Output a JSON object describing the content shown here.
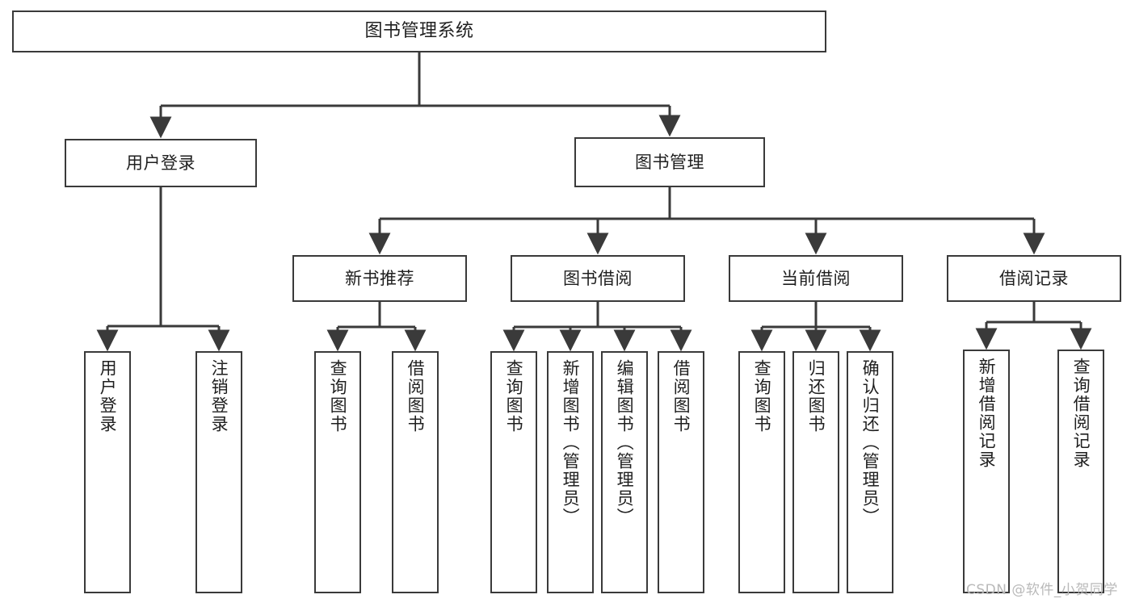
{
  "diagram": {
    "title": "图书管理系统",
    "watermark": "CSDN @软件_小贺同学",
    "colors": {
      "background": "#ffffff",
      "node_fill": "#ffffff",
      "node_border": "#3a3a3a",
      "connector": "#3a3a3a",
      "text": "#1f1f1f",
      "watermark": "#b9b9b9"
    },
    "nodes": {
      "root": {
        "label": "图书管理系统"
      },
      "level2": [
        {
          "id": "user-login",
          "label": "用户登录"
        },
        {
          "id": "book-manage",
          "label": "图书管理"
        }
      ],
      "level3": [
        {
          "id": "new-book-recommend",
          "label": "新书推荐"
        },
        {
          "id": "book-borrow",
          "label": "图书借阅"
        },
        {
          "id": "current-borrow",
          "label": "当前借阅"
        },
        {
          "id": "borrow-record",
          "label": "借阅记录"
        }
      ],
      "leaves": {
        "user-login": [
          {
            "id": "leaf-user-login",
            "label": "用户登录"
          },
          {
            "id": "leaf-user-logout",
            "label": "注销登录"
          }
        ],
        "new-book-recommend": [
          {
            "id": "leaf-query-book-1",
            "label": "查询图书"
          },
          {
            "id": "leaf-borrow-book-1",
            "label": "借阅图书"
          }
        ],
        "book-borrow": [
          {
            "id": "leaf-query-book-2",
            "label": "查询图书"
          },
          {
            "id": "leaf-add-book",
            "label": "新增图书（管理员）"
          },
          {
            "id": "leaf-edit-book",
            "label": "编辑图书（管理员）"
          },
          {
            "id": "leaf-borrow-book-2",
            "label": "借阅图书"
          }
        ],
        "current-borrow": [
          {
            "id": "leaf-query-book-3",
            "label": "查询图书"
          },
          {
            "id": "leaf-return-book",
            "label": "归还图书"
          },
          {
            "id": "leaf-confirm-return",
            "label": "确认归还（管理员）"
          }
        ],
        "borrow-record": [
          {
            "id": "leaf-add-record",
            "label": "新增借阅记录"
          },
          {
            "id": "leaf-query-record",
            "label": "查询借阅记录"
          }
        ]
      }
    }
  }
}
